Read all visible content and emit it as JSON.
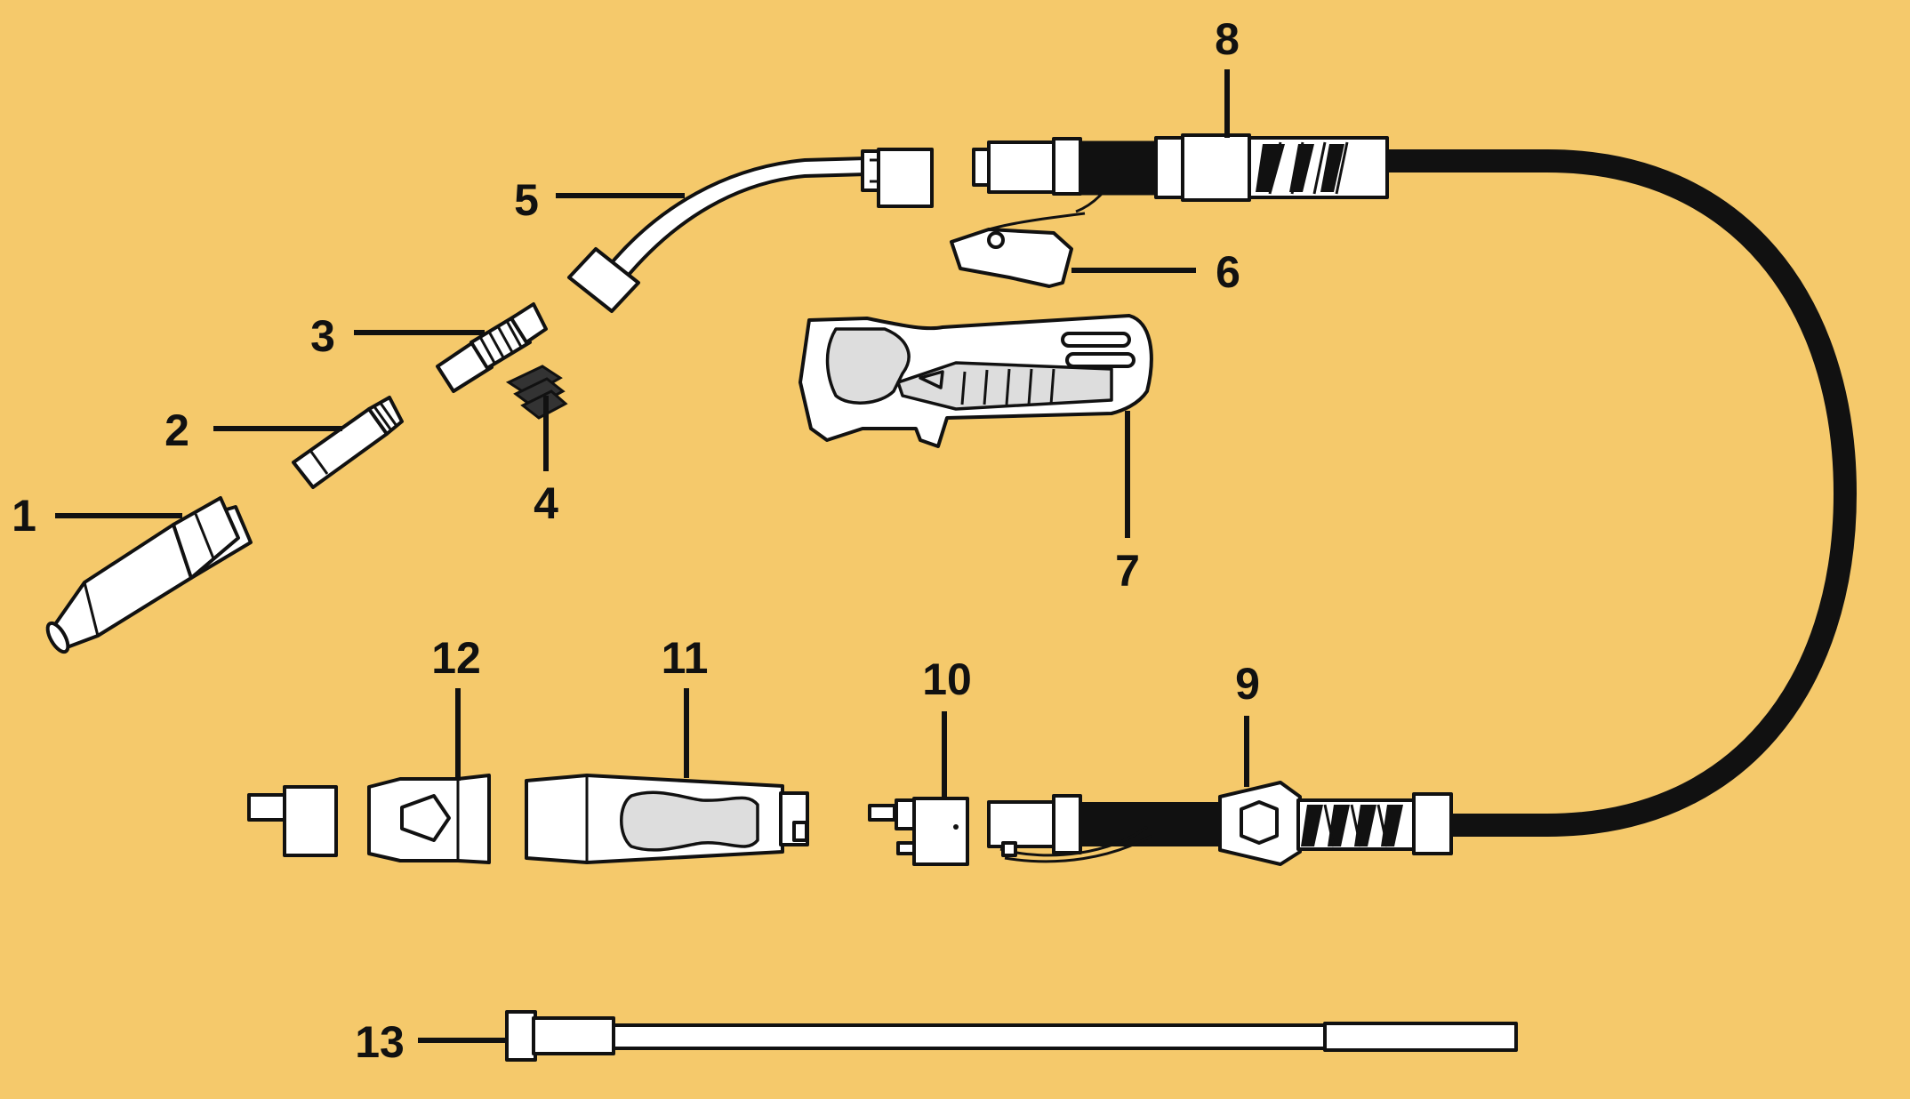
{
  "colors": {
    "background": "#F5C96B",
    "outline": "#111111",
    "part_fill": "#FFFFFF",
    "hose": "#111111"
  },
  "callouts": [
    {
      "id": "1",
      "text": "1"
    },
    {
      "id": "2",
      "text": "2"
    },
    {
      "id": "3",
      "text": "3"
    },
    {
      "id": "4",
      "text": "4"
    },
    {
      "id": "5",
      "text": "5"
    },
    {
      "id": "6",
      "text": "6"
    },
    {
      "id": "7",
      "text": "7"
    },
    {
      "id": "8",
      "text": "8"
    },
    {
      "id": "9",
      "text": "9"
    },
    {
      "id": "10",
      "text": "10"
    },
    {
      "id": "11",
      "text": "11"
    },
    {
      "id": "12",
      "text": "12"
    },
    {
      "id": "13",
      "text": "13"
    }
  ]
}
